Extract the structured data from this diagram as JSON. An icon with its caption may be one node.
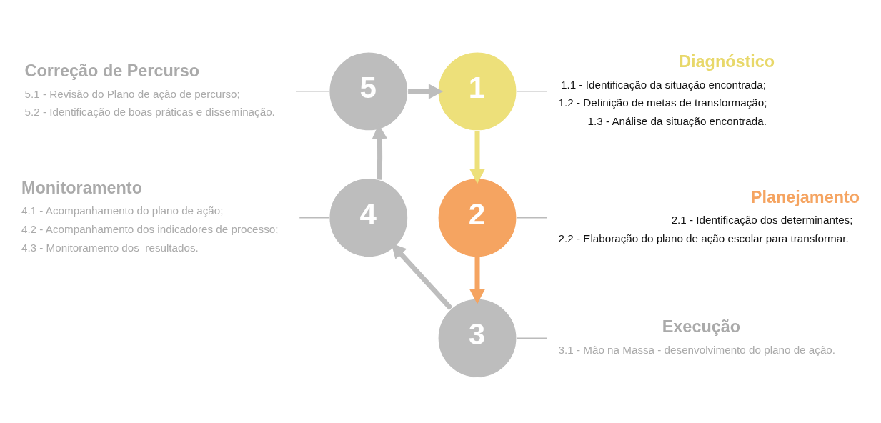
{
  "diagram": {
    "nodes": [
      {
        "text": [
          "1"
        ]
      },
      {
        "text": [
          "2"
        ]
      },
      {
        "text": [
          "3"
        ]
      },
      {
        "text": [
          "4"
        ]
      },
      {
        "text": [
          "5"
        ]
      },
      {
        "text": [
          "Diagnóstico",
          "1.1 - Identificação da situação encontrada;",
          "1.2 - Definição de metas de transformação;",
          "1.3 - Análise da situação encontrada."
        ]
      },
      {
        "text": [
          "Planejamento",
          "2.1 - Identificação dos determinantes;",
          "2.2 - Elaboração do plano de ação escolar para transformar."
        ]
      },
      {
        "text": [
          "Execução",
          "3.1 - Mão na Massa - desenvolvimento do plano de ação."
        ]
      },
      {
        "text": [
          "Monitoramento",
          "4.1 - Acompanhamento do plano de ação;",
          "4.2 - Acompanhamento dos indicadores de processo;",
          "4.3 - Monitoramento dos  resultados."
        ]
      },
      {
        "text": [
          "Correção de Percurso",
          "5.1 - Revisão do Plano de ação de percurso;",
          "5.2 - Identificação de boas práticas e disseminação."
        ]
      }
    ],
    "edges": [
      {
        "from": 0,
        "to": 1,
        "arrow": "to",
        "style": "thick"
      },
      {
        "from": 1,
        "to": 2,
        "arrow": "to",
        "style": "thick"
      },
      {
        "from": 2,
        "to": 3,
        "arrow": "to",
        "style": "thick"
      },
      {
        "from": 3,
        "to": 4,
        "arrow": "to",
        "style": "thick"
      },
      {
        "from": 4,
        "to": 0,
        "arrow": "to",
        "style": "thick"
      },
      {
        "from": 0,
        "to": 5,
        "arrow": "none"
      },
      {
        "from": 1,
        "to": 6,
        "arrow": "none"
      },
      {
        "from": 2,
        "to": 7,
        "arrow": "none"
      },
      {
        "from": 3,
        "to": 8,
        "arrow": "none"
      },
      {
        "from": 4,
        "to": 9,
        "arrow": "none"
      }
    ]
  }
}
